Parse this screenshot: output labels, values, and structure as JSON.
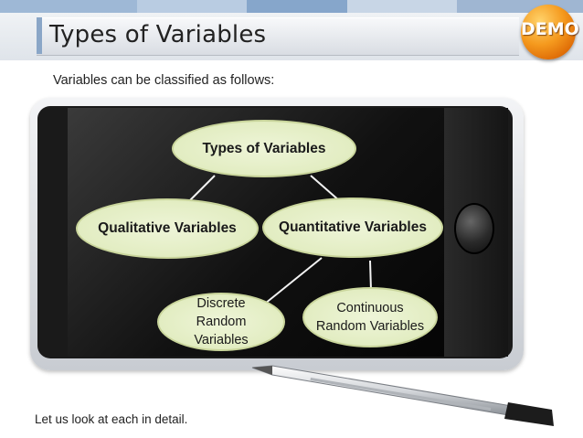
{
  "header": {
    "title": "Types of Variables",
    "badge": "DEMO"
  },
  "subtitle": "Variables can be classified as follows:",
  "diagram": {
    "root": "Types of Variables",
    "level1": [
      "Qualitative Variables",
      "Quantitative Variables"
    ],
    "level2": [
      "Discrete Random Variables",
      "Continuous Random Variables"
    ]
  },
  "footer": "Let us look at each in detail.",
  "colors": {
    "oval_fill": "#dde9b8",
    "badge": "#f59a1e",
    "title_bar": "#d9dde3"
  }
}
